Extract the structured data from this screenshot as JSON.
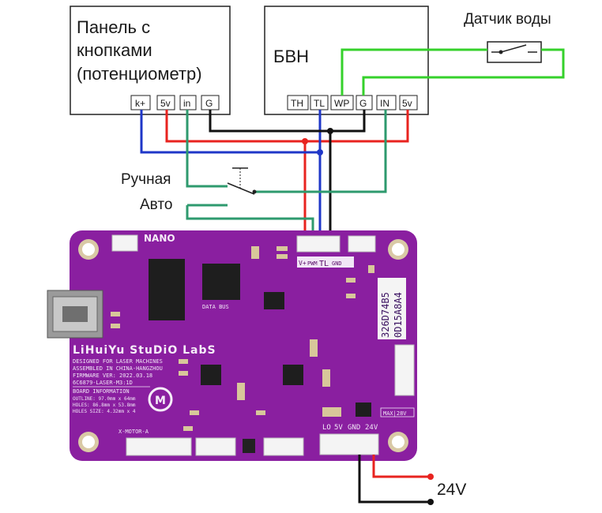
{
  "panel": {
    "title_lines": [
      "Панель с",
      "кнопками",
      "(потенциометр)"
    ],
    "pins": [
      "k+",
      "5v",
      "in",
      "G"
    ]
  },
  "bvn": {
    "title": "БВН",
    "pins": [
      "TH",
      "TL",
      "WP",
      "G",
      "IN",
      "5v"
    ]
  },
  "water_sensor": {
    "label": "Датчик воды"
  },
  "switch": {
    "manual_label": "Ручная",
    "auto_label": "Авто"
  },
  "power": {
    "label": "24V"
  },
  "board": {
    "brand": "LiHuiYu StuDiO LabS",
    "model_badge": "NANO",
    "serial_1": "326D74B5",
    "serial_2": "0D15A8A4",
    "connector_labels": [
      "V+",
      "PWM",
      "TL",
      "GND"
    ],
    "power_pins": [
      "LO",
      "5V",
      "GND",
      "24V"
    ],
    "max_label": "MAX|28V",
    "lines": [
      "DESIGNED FOR LASER MACHINES",
      "ASSEMBLED IN CHINA-HANGZHOU",
      "FIRMWARE VER: 2022.03.18",
      "6C6879-LASER-M3:1D"
    ],
    "info_title": "BOARD INFORMATION",
    "info_lines": [
      "OUTLINE: 97.0mm x 64mm",
      "HOLES: 86.8mm x 53.8mm",
      "HOLES SIZE: 4.32mm x 4"
    ],
    "motor_label": "X-MOTOR-A",
    "data_bus_label": "DATA BUS"
  },
  "colors": {
    "wire_red": "#e8231f",
    "wire_blue": "#1f37c8",
    "wire_green": "#2e9a6e",
    "wire_bright_green": "#35d12b",
    "wire_black": "#111111",
    "pcb": "#8a1fa0"
  }
}
